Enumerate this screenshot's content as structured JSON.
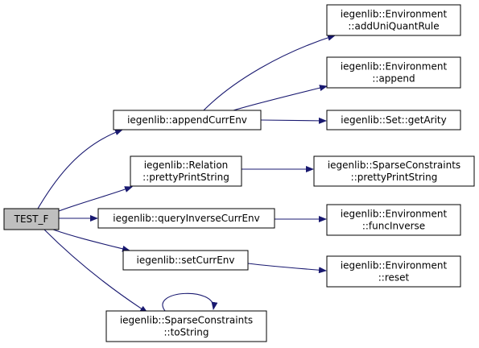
{
  "diagram": {
    "nodes": [
      {
        "id": "test_f",
        "lines": [
          "TEST_F"
        ],
        "root": true
      },
      {
        "id": "append_curr_env",
        "lines": [
          "iegenlib::appendCurrEnv"
        ]
      },
      {
        "id": "relation_pretty_print",
        "lines": [
          "iegenlib::Relation",
          "::prettyPrintString"
        ]
      },
      {
        "id": "query_inverse_curr_env",
        "lines": [
          "iegenlib::queryInverseCurrEnv"
        ]
      },
      {
        "id": "set_curr_env",
        "lines": [
          "iegenlib::setCurrEnv"
        ]
      },
      {
        "id": "sparse_to_string",
        "lines": [
          "iegenlib::SparseConstraints",
          "::toString"
        ]
      },
      {
        "id": "env_add_uni_quant_rule",
        "lines": [
          "iegenlib::Environment",
          "::addUniQuantRule"
        ]
      },
      {
        "id": "env_append",
        "lines": [
          "iegenlib::Environment",
          "::append"
        ]
      },
      {
        "id": "set_get_arity",
        "lines": [
          "iegenlib::Set::getArity"
        ]
      },
      {
        "id": "sparse_pretty_print",
        "lines": [
          "iegenlib::SparseConstraints",
          "::prettyPrintString"
        ]
      },
      {
        "id": "env_func_inverse",
        "lines": [
          "iegenlib::Environment",
          "::funcInverse"
        ]
      },
      {
        "id": "env_reset",
        "lines": [
          "iegenlib::Environment",
          "::reset"
        ]
      }
    ],
    "edges": [
      {
        "from": "test_f",
        "to": "append_curr_env"
      },
      {
        "from": "test_f",
        "to": "relation_pretty_print"
      },
      {
        "from": "test_f",
        "to": "query_inverse_curr_env"
      },
      {
        "from": "test_f",
        "to": "set_curr_env"
      },
      {
        "from": "test_f",
        "to": "sparse_to_string"
      },
      {
        "from": "append_curr_env",
        "to": "env_add_uni_quant_rule"
      },
      {
        "from": "append_curr_env",
        "to": "env_append"
      },
      {
        "from": "append_curr_env",
        "to": "set_get_arity"
      },
      {
        "from": "relation_pretty_print",
        "to": "sparse_pretty_print"
      },
      {
        "from": "query_inverse_curr_env",
        "to": "env_func_inverse"
      },
      {
        "from": "set_curr_env",
        "to": "env_reset"
      },
      {
        "from": "sparse_to_string",
        "to": "sparse_to_string"
      }
    ],
    "colors": {
      "edge": "#191970",
      "root_fill": "#bfbfbf",
      "node_fill": "#ffffff",
      "border": "#000000"
    }
  }
}
